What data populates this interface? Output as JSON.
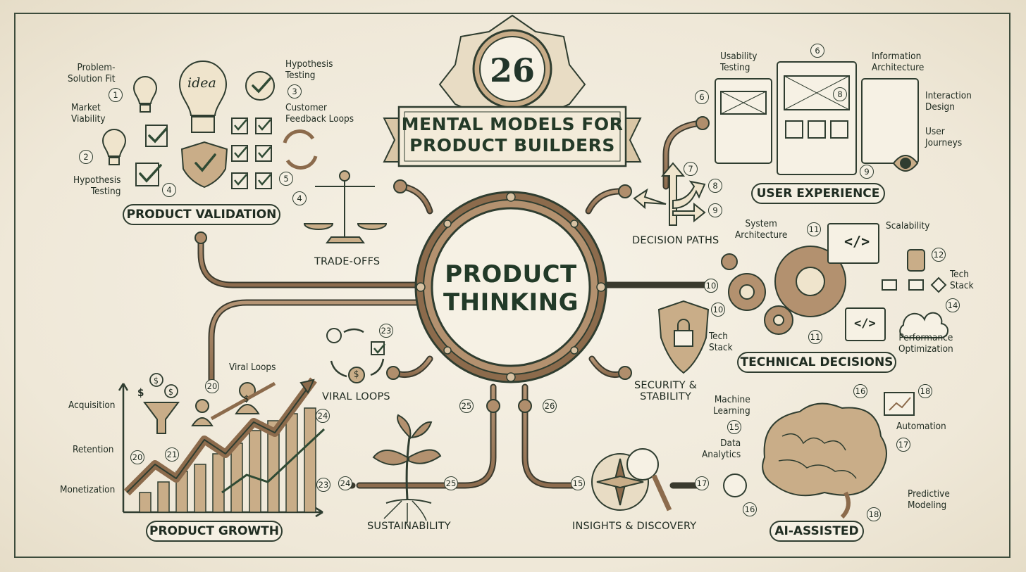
{
  "title": {
    "number": "26",
    "line1": "MENTAL MODELS FOR",
    "line2": "PRODUCT BUILDERS"
  },
  "center": {
    "line1": "PRODUCT",
    "line2": "THINKING"
  },
  "colors": {
    "ink": "#2f3d30",
    "bronze": "#8a6a4a",
    "paper": "#f3eee2",
    "accent_green": "#2f4a34"
  },
  "validation": {
    "heading": "PRODUCT VALIDATION",
    "labels": {
      "problem_solution": "Problem-\nSolution Fit",
      "market_viability": "Market\nViability",
      "hypothesis_left": "Hypothesis\nTesting",
      "hypothesis_top": "Hypothesis\nTesting",
      "customer_feedback": "Customer\nFeedback Loops",
      "idea": "idea"
    },
    "numbers": [
      "1",
      "2",
      "4",
      "3",
      "5"
    ]
  },
  "tradeoffs": {
    "label": "TRADE-OFFS",
    "number": "4"
  },
  "decision": {
    "label": "DECISION PATHS",
    "numbers": [
      "7",
      "8",
      "9"
    ]
  },
  "ux": {
    "heading": "USER EXPERIENCE",
    "labels": {
      "usability": "Usability\nTesting",
      "info_arch": "Information\nArchitecture",
      "interaction": "Interaction\nDesign",
      "journeys": "User\nJourneys"
    },
    "numbers": [
      "6",
      "6",
      "8",
      "9"
    ]
  },
  "tech": {
    "heading": "TECHNICAL DECISIONS",
    "labels": {
      "system_arch": "System\nArchitecture",
      "scalability": "Scalability",
      "tech_stack_right": "Tech\nStack",
      "tech_stack_left": "Tech\nStack",
      "performance": "Performance\nOptimization"
    },
    "numbers": [
      "11",
      "12",
      "14",
      "10",
      "11",
      "10"
    ]
  },
  "security": {
    "label": "SECURITY &\nSTABILITY"
  },
  "ai": {
    "heading": "AI-ASSISTED",
    "labels": {
      "ml": "Machine\nLearning",
      "data": "Data\nAnalytics",
      "automation": "Automation",
      "predictive": "Predictive\nModeling"
    },
    "numbers": [
      "16",
      "18",
      "15",
      "17",
      "16",
      "18"
    ]
  },
  "insights": {
    "label": "INSIGHTS & DISCOVERY",
    "numbers": [
      "15",
      "17"
    ]
  },
  "sustainability": {
    "label": "SUSTAINABILITY",
    "numbers": [
      "24",
      "25"
    ]
  },
  "viral": {
    "label": "VIRAL LOOPS",
    "number": "23"
  },
  "growth": {
    "heading": "PRODUCT GROWTH",
    "labels": {
      "acquisition": "Acquisition",
      "retention": "Retention",
      "monetization": "Monetization",
      "viral_loops": "Viral Loops"
    },
    "numbers": [
      "20",
      "20",
      "21",
      "24",
      "23"
    ]
  },
  "hub_numbers": {
    "left": "25",
    "right": "26",
    "east": "10"
  }
}
